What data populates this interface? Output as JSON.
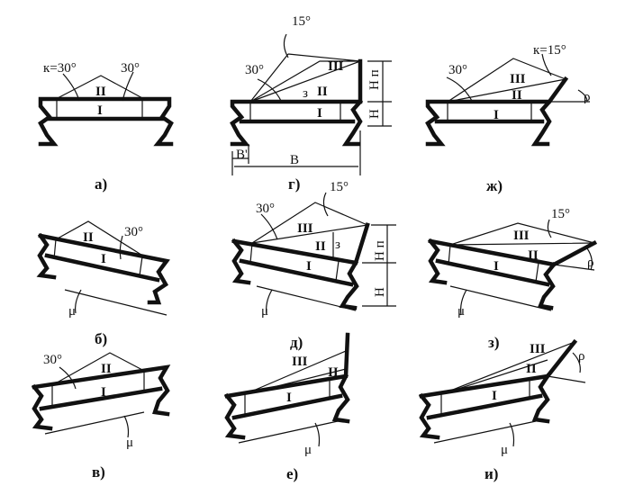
{
  "captions": [
    "а)",
    "б)",
    "в)",
    "г)",
    "д)",
    "е)",
    "ж)",
    "з)",
    "и)"
  ],
  "angles": {
    "a_k": "к=30°",
    "a_right": "30°",
    "g_30": "30°",
    "g_15": "15°",
    "zh_30": "30°",
    "zh_k": "к=15°",
    "b_30": "30°",
    "d_30": "30°",
    "d_15": "15°",
    "z_15": "15°",
    "v_30": "30°"
  },
  "tiers": {
    "I": "I",
    "II": "II",
    "III": "III"
  },
  "symbols": {
    "mu": "μ",
    "rho": "ρ",
    "z": "з",
    "H": "H",
    "Hn": "H п",
    "B": "B",
    "Bprime": "B'"
  }
}
